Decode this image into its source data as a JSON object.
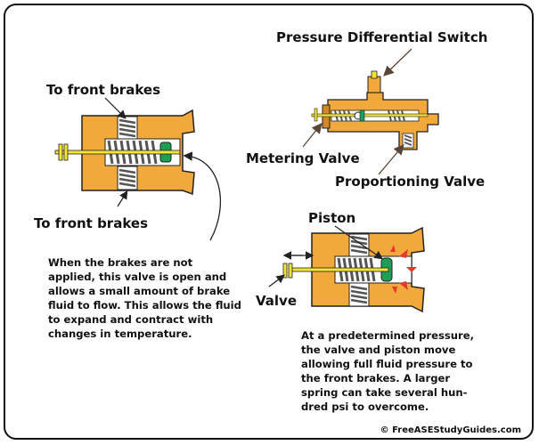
{
  "labels": {
    "to_front_brakes_top": "To front brakes",
    "to_front_brakes_bottom": "To front brakes",
    "pressure_differential_switch": "Pressure Differential Switch",
    "metering_valve": "Metering Valve",
    "proportioning_valve": "Proportioning Valve",
    "piston": "Piston",
    "valve": "Valve"
  },
  "descriptions": {
    "not_applied": [
      "When the brakes are not",
      "applied, this valve is open and",
      "allows a small amount of brake",
      "fluid to flow. This allows the fluid",
      "to expand and contract with",
      "changes in temperature."
    ],
    "predetermined": [
      "At a predetermined pressure,",
      "the valve and piston move",
      "allowing full fluid pressure to",
      "the front brakes. A larger",
      "spring can take several hun-",
      "dred psi to overcome."
    ]
  },
  "credit": "© FreeASEStudyGuides.com",
  "colors": {
    "housing": "#F2A93B",
    "housing_dark": "#D4862A",
    "spring": "#555555",
    "piston": "#1E9E55",
    "rod": "#F2E437",
    "arrow_red": "#E23A2E",
    "arrow_brown": "#5A4636",
    "outline": "#222222"
  }
}
